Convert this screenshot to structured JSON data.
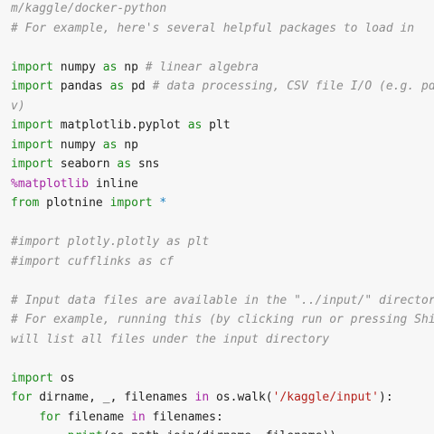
{
  "lines": [
    [
      {
        "t": "m/kaggle/docker-python",
        "c": "c"
      }
    ],
    [
      {
        "t": "# For example, here's several helpful packages to load in",
        "c": "c"
      }
    ],
    [],
    [
      {
        "t": "import",
        "c": "k"
      },
      {
        "t": " numpy ",
        "c": "n"
      },
      {
        "t": "as",
        "c": "k"
      },
      {
        "t": " np ",
        "c": "n"
      },
      {
        "t": "# linear algebra",
        "c": "c"
      }
    ],
    [
      {
        "t": "import",
        "c": "k"
      },
      {
        "t": " pandas ",
        "c": "n"
      },
      {
        "t": "as",
        "c": "k"
      },
      {
        "t": " pd ",
        "c": "n"
      },
      {
        "t": "# data processing, CSV file I/O (e.g. pd.read_csv)",
        "c": "c"
      }
    ],
    [
      {
        "t": "v)",
        "c": "c"
      }
    ],
    [
      {
        "t": "import",
        "c": "k"
      },
      {
        "t": " matplotlib.pyplot ",
        "c": "n"
      },
      {
        "t": "as",
        "c": "k"
      },
      {
        "t": " plt",
        "c": "n"
      }
    ],
    [
      {
        "t": "import",
        "c": "k"
      },
      {
        "t": " numpy ",
        "c": "n"
      },
      {
        "t": "as",
        "c": "k"
      },
      {
        "t": " np",
        "c": "n"
      }
    ],
    [
      {
        "t": "import",
        "c": "k"
      },
      {
        "t": " seaborn ",
        "c": "n"
      },
      {
        "t": "as",
        "c": "k"
      },
      {
        "t": " sns",
        "c": "n"
      }
    ],
    [
      {
        "t": "%matplotlib",
        "c": "m"
      },
      {
        "t": " inline",
        "c": "n"
      }
    ],
    [
      {
        "t": "from",
        "c": "k"
      },
      {
        "t": " plotnine ",
        "c": "n"
      },
      {
        "t": "import",
        "c": "k"
      },
      {
        "t": " ",
        "c": "n"
      },
      {
        "t": "*",
        "c": "o"
      }
    ],
    [],
    [
      {
        "t": "#import plotly.plotly as plt",
        "c": "c"
      }
    ],
    [
      {
        "t": "#import cufflinks as cf",
        "c": "c"
      }
    ],
    [],
    [
      {
        "t": "# Input data files are available in the \"../input/\" directory.",
        "c": "c"
      }
    ],
    [
      {
        "t": "# For example, running this (by clicking run or pressing Shift+Enter)",
        "c": "c"
      }
    ],
    [
      {
        "t": "will list all files under the input directory",
        "c": "c"
      }
    ],
    [],
    [
      {
        "t": "import",
        "c": "k"
      },
      {
        "t": " os",
        "c": "n"
      }
    ],
    [
      {
        "t": "for",
        "c": "k"
      },
      {
        "t": " dirname, _, filenames ",
        "c": "n"
      },
      {
        "t": "in",
        "c": "m"
      },
      {
        "t": " os.walk(",
        "c": "n"
      },
      {
        "t": "'/kaggle/input'",
        "c": "s"
      },
      {
        "t": "):",
        "c": "n"
      }
    ],
    [
      {
        "t": "    ",
        "c": "n"
      },
      {
        "t": "for",
        "c": "k"
      },
      {
        "t": " filename ",
        "c": "n"
      },
      {
        "t": "in",
        "c": "m"
      },
      {
        "t": " filenames:",
        "c": "n"
      }
    ],
    [
      {
        "t": "        ",
        "c": "n"
      },
      {
        "t": "print",
        "c": "k"
      },
      {
        "t": "(os.path.join(dirname, filename))",
        "c": "n"
      }
    ]
  ]
}
